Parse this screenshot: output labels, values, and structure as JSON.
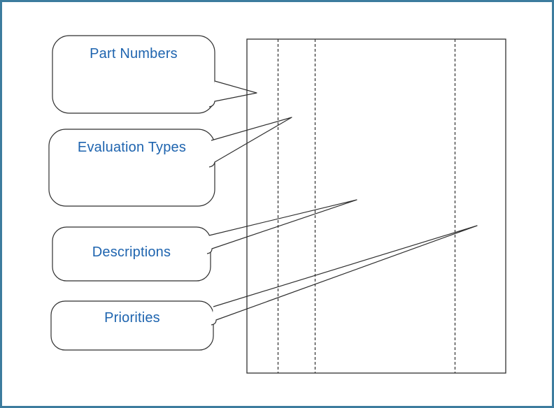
{
  "colors": {
    "frame": "#3C7C9E",
    "line": "#2F2F2F",
    "label": "#1E64AF",
    "bg": "#FFFFFF"
  },
  "callouts": [
    {
      "label": "Part Numbers"
    },
    {
      "label": "Evaluation Types"
    },
    {
      "label": "Descriptions"
    },
    {
      "label": "Priorities"
    }
  ]
}
